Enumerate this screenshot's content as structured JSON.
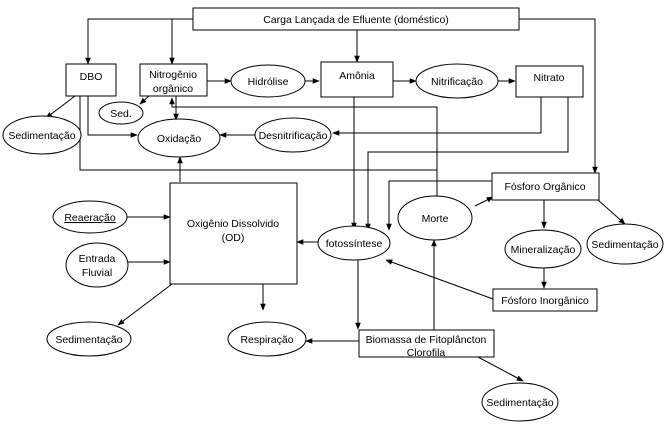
{
  "nodes": {
    "carga": "Carga Lançada de Efluente (doméstico)",
    "dbo": "DBO",
    "nitrogenio_1": "Nitrogênio",
    "nitrogenio_2": "orgânico",
    "hidrolise": "Hidrólise",
    "amonia": "Amônia",
    "nitrificacao": "Nitrificação",
    "nitrato": "Nitrato",
    "sed": "Sed.",
    "sedimentacao_dbo": "Sedimentação",
    "oxidacao": "Oxidação",
    "desnitrificacao": "Desnitrificação",
    "fosforo_organico": "Fósforo Orgânico",
    "reaeracao": "Reaeração",
    "od_1": "Oxigênio Dissolvido",
    "od_2": "(OD)",
    "morte": "Morte",
    "fotossintese": "fotossíntese",
    "mineralizacao": "Mineralização",
    "sedimentacao_fosforo": "Sedimentação",
    "entrada_1": "Entrada",
    "entrada_2": "Fluvial",
    "fosforo_inorganico": "Fósforo Inorgânico",
    "sedimentacao_od": "Sedimentação",
    "respiracao": "Respiração",
    "biomassa_1": "Biomassa de Fitoplâncton",
    "biomassa_2": "Clorofila",
    "sedimentacao_biomassa": "Sedimentação"
  }
}
